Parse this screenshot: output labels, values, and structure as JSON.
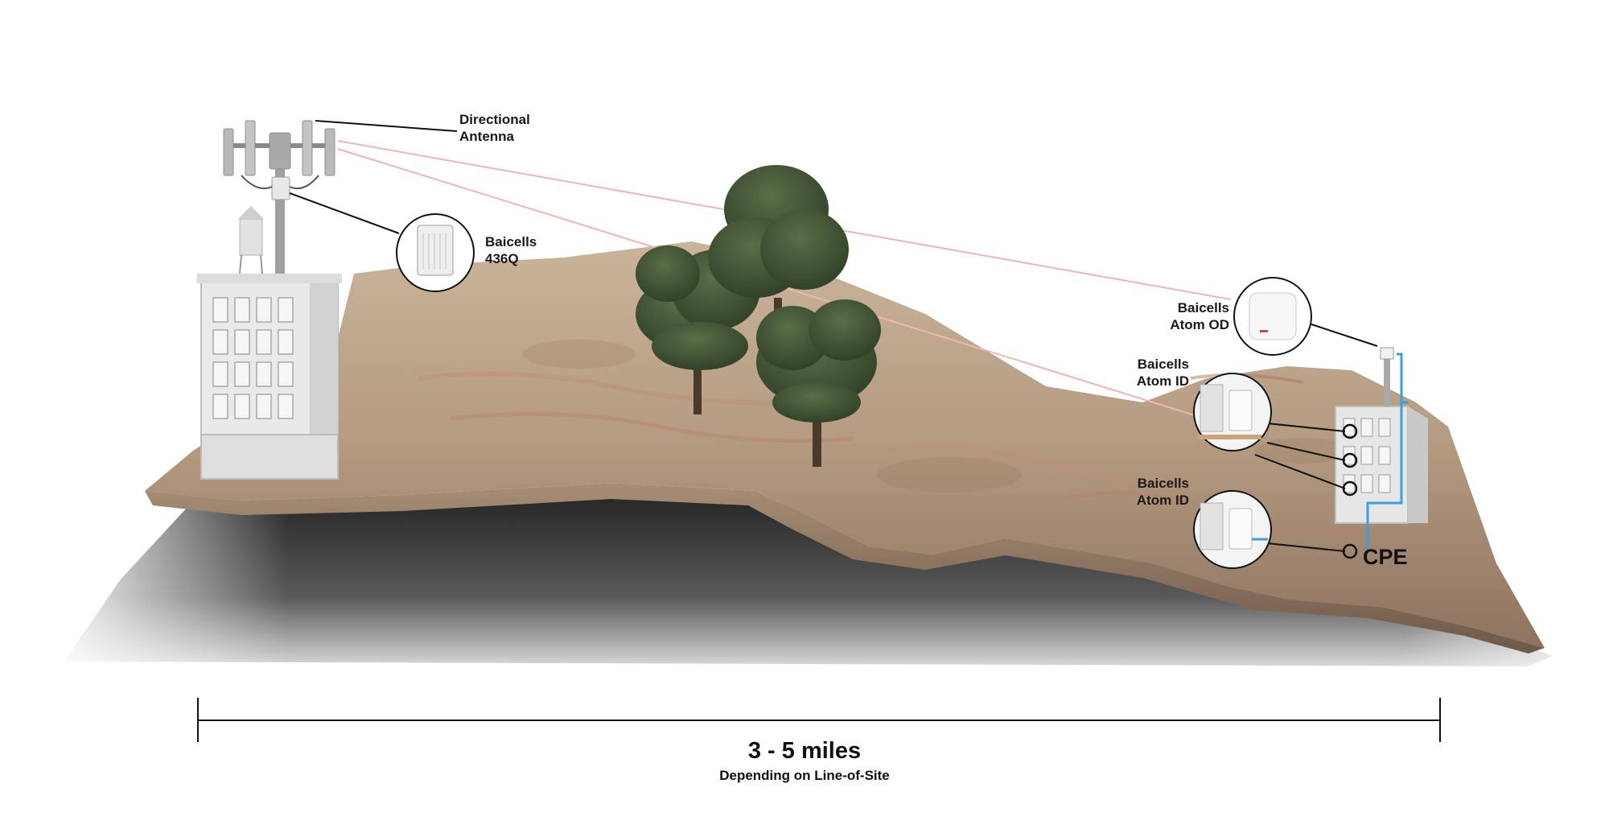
{
  "labels": {
    "directional_antenna": [
      "Directional",
      "Antenna"
    ],
    "baicells_436q": [
      "Baicells",
      "436Q"
    ],
    "atom_od": [
      "Baicells",
      "Atom OD"
    ],
    "atom_id_1": [
      "Baicells",
      "Atom ID"
    ],
    "atom_id_2": [
      "Baicells",
      "Atom ID"
    ],
    "cpe": "CPE"
  },
  "distance": {
    "value": "3 - 5 miles",
    "note": "Depending on Line-of-Site"
  },
  "colors": {
    "signal_line": "#f0b4b4",
    "cable": "#3aa0e0",
    "terrain": "#b89e82",
    "terrain_dark": "#8c7360",
    "shadow": "#3a3a3a",
    "tree": "#3e5233"
  }
}
